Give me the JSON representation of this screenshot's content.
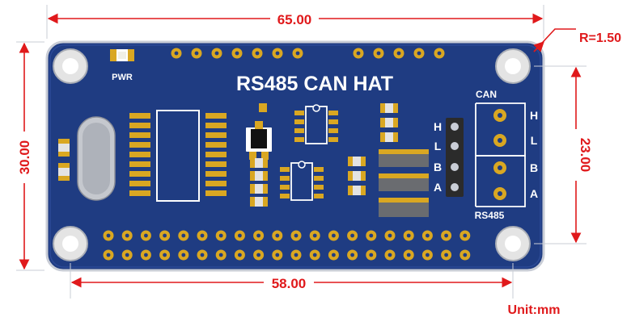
{
  "board": {
    "title": "RS485 CAN HAT",
    "pwr_label": "PWR",
    "can_label": "CAN",
    "rs485_label": "RS485",
    "header_pins_left": [
      "H",
      "L",
      "B",
      "A"
    ],
    "terminal_pins": [
      "H",
      "L",
      "B",
      "A"
    ]
  },
  "dimensions": {
    "width": "65.00",
    "height": "30.00",
    "hole_spacing_x": "58.00",
    "hole_spacing_y": "23.00",
    "corner_radius": "R=1.50",
    "unit": "Unit:mm"
  },
  "colors": {
    "board": "#1f3c82",
    "pad": "#d9a722",
    "dimension": "#e0191b"
  }
}
